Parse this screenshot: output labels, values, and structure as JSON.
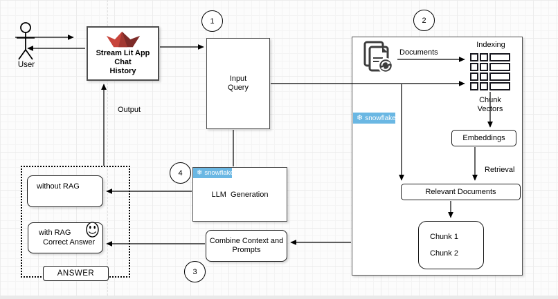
{
  "diagram": {
    "user_label": "User",
    "app": {
      "title": "Stream Lit App",
      "line2": "Chat",
      "line3": "History"
    },
    "steps": {
      "one": "1",
      "two": "2",
      "three": "3",
      "four": "4"
    },
    "input_query": {
      "line1": "Input",
      "line2": "Query"
    },
    "output_label": "Output",
    "vector_store": {
      "documents_label": "Documents",
      "indexing_label": "Indexing",
      "chunk_vectors_line1": "Chunk",
      "chunk_vectors_line2": "Vectors",
      "embeddings_label": "Embeddings",
      "retrieval_label": "Retrieval",
      "relevant_documents_label": "Relevant Documents",
      "chunk1_label": "Chunk 1",
      "chunk2_label": "Chunk 2"
    },
    "snowflake": {
      "glyph": "❄",
      "text": "snowflake",
      "bg_color": "#6ab7e3"
    },
    "llm_label": "LLM  Generation",
    "combine": {
      "line1": "Combine Context and",
      "line2": "Prompts"
    },
    "answers": {
      "without_rag": "without RAG",
      "with_rag_line1": "with RAG",
      "with_rag_line2": "Correct Answer",
      "answer": "ANSWER"
    },
    "colors": {
      "streamlit_red": "#c8443b",
      "streamlit_dark_red": "#7d2b28",
      "border_gray": "#4d4d4d",
      "line_black": "#000000",
      "grid_line": "#ececec"
    }
  }
}
